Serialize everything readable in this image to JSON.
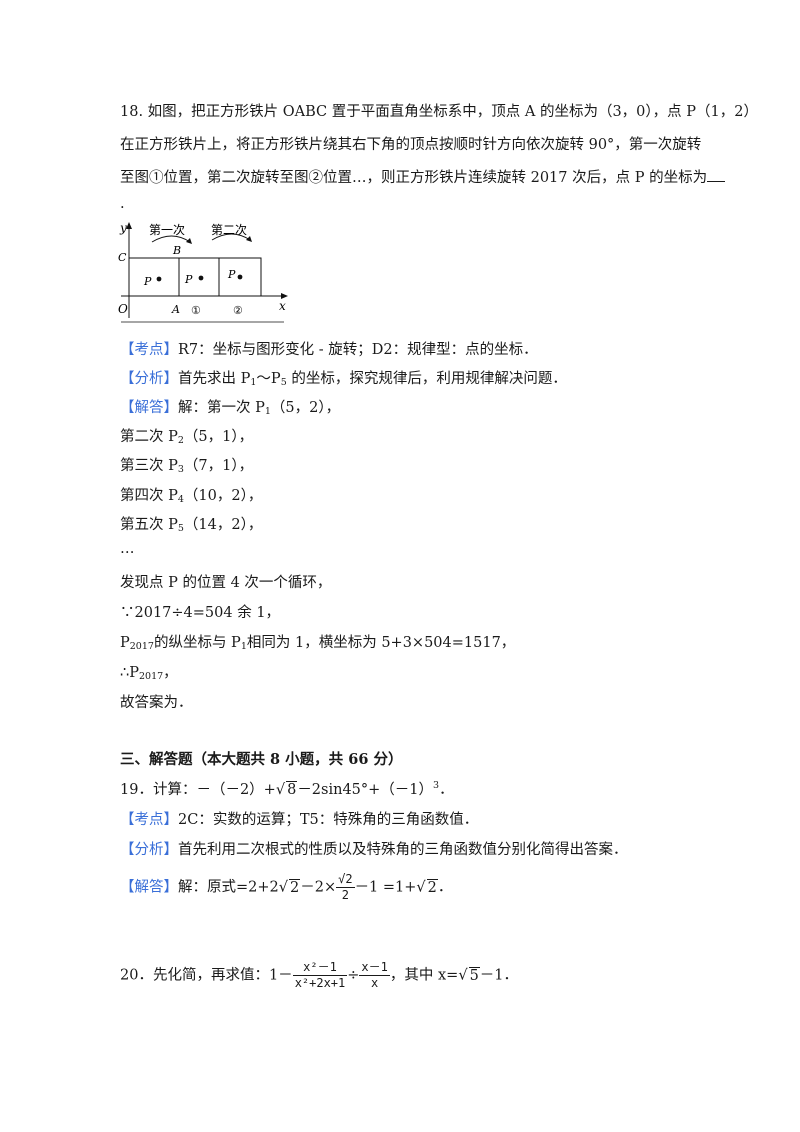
{
  "q18": {
    "line1": "18. 如图，把正方形铁片 OABC 置于平面直角坐标系中，顶点 A 的坐标为（3，0），点 P（1，2）",
    "line2": "在正方形铁片上，将正方形铁片绕其右下角的顶点按顺时针方向依次旋转 90°，第一次旋转",
    "line3": "至图①位置，第二次旋转至图②位置…，则正方形铁片连续旋转 2017 次后，点 P 的坐标为",
    "line4": ".",
    "figure": {
      "label_y": "y",
      "label_x": "x",
      "label_O": "O",
      "label_A": "A",
      "label_B": "B",
      "label_C": "C",
      "label_P1": "P",
      "label_P2": "P",
      "label_P3": "P",
      "arrow1": "第一次",
      "arrow2": "第二次",
      "mark1": "①",
      "mark2": "②"
    },
    "kaodian_tag": "【考点】",
    "kaodian": "R7：坐标与图形变化 - 旋转；D2：规律型：点的坐标．",
    "fenxi_tag": "【分析】",
    "fenxi_a": "首先求出 P",
    "fenxi_s1": "1",
    "fenxi_b": "～P",
    "fenxi_s2": "5",
    "fenxi_c": " 的坐标，探究规律后，利用规律解决问题．",
    "jieda_tag": "【解答】",
    "step1_a": "解：第一次 P",
    "step1_s": "1",
    "step1_b": "（5，2），",
    "step2_a": "第二次 P",
    "step2_s": "2",
    "step2_b": "（5，1），",
    "step3_a": "第三次 P",
    "step3_s": "3",
    "step3_b": "（7，1），",
    "step4_a": "第四次 P",
    "step4_s": "4",
    "step4_b": "（10，2），",
    "step5_a": "第五次 P",
    "step5_s": "5",
    "step5_b": "（14，2），",
    "dots": "…",
    "cycle": "发现点 P 的位置 4 次一个循环，",
    "because": "∵2017÷4=504 余 1，",
    "p2017_a": "P",
    "p2017_s": "2017",
    "p2017_b": "的纵坐标与 P",
    "p2017_s2": "1",
    "p2017_c": "相同为 1，横坐标为 5+3×504=1517，",
    "therefore_a": "∴P",
    "therefore_s": "2017",
    "therefore_b": "，",
    "answer": "故答案为．"
  },
  "section3": "三、解答题（本大题共 8 小题，共 66 分）",
  "q19": {
    "a": "19．计算：－（－2）+",
    "rad8": "8",
    "b": "－2sin45°+（－1）",
    "exp3": "3",
    "c": "．",
    "kaodian_tag": "【考点】",
    "kaodian": "2C：实数的运算；T5：特殊角的三角函数值．",
    "fenxi_tag": "【分析】",
    "fenxi": "首先利用二次根式的性质以及特殊角的三角函数值分别化简得出答案．",
    "jieda_tag": "【解答】",
    "j_a": "解：原式=2+2",
    "j_rad1": "2",
    "j_b": "－2×",
    "j_num": "√2",
    "j_den": "2",
    "j_c": "－1 =1+",
    "j_rad2": "2",
    "j_d": "．"
  },
  "q20": {
    "a": "20．先化简，再求值：1－",
    "f1_num": "x²－1",
    "f1_den": "x²+2x+1",
    "div": "÷",
    "f2_num": "x－1",
    "f2_den": "x",
    "b": "，其中 x=",
    "rad5": "5",
    "c": "－1．"
  }
}
